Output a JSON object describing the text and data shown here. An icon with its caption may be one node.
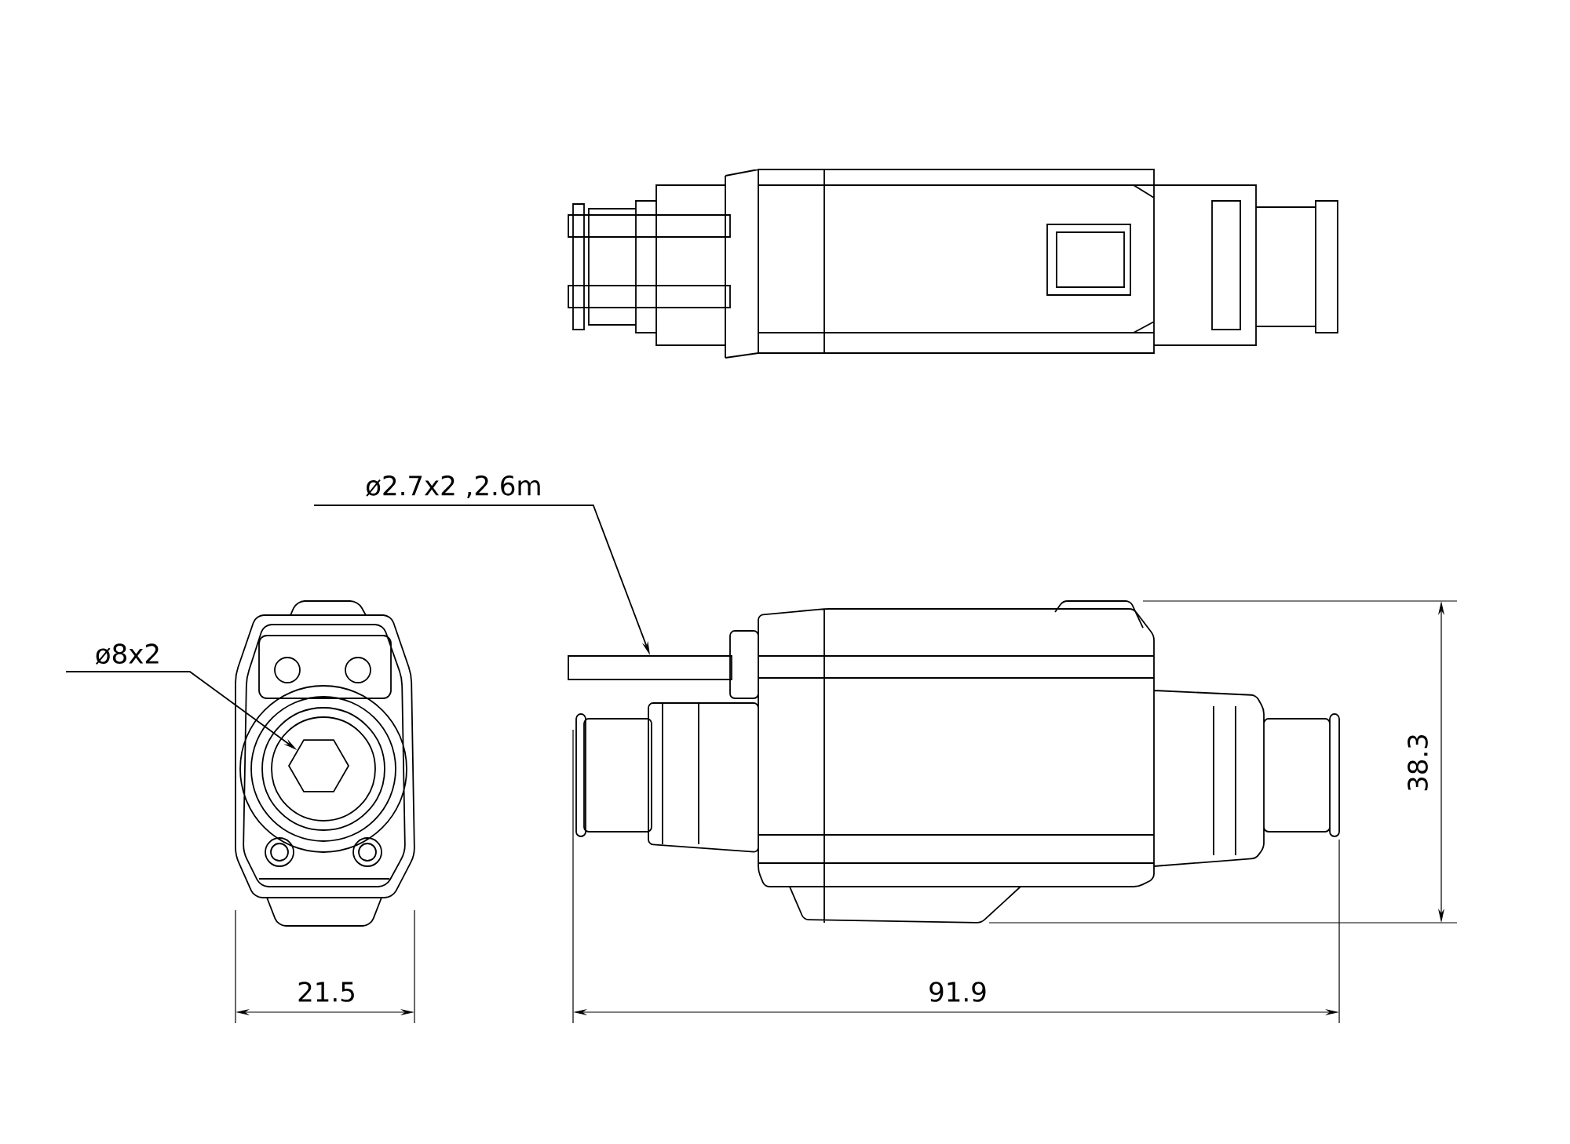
{
  "diagram": {
    "nodes": [
      {
        "text": [
          "ø2.7x2 ,2.6m"
        ]
      },
      {
        "text": [],
        "shape": "bar"
      },
      {
        "text": [
          "ø8x2"
        ]
      },
      {
        "text": [],
        "shape": "hexagon"
      }
    ],
    "edges": [
      {
        "from": 0,
        "to": 1,
        "arrow": "to"
      },
      {
        "from": 2,
        "to": 3,
        "arrow": "to"
      }
    ],
    "labels": [
      "21.5",
      "91.9",
      "38.3"
    ]
  }
}
